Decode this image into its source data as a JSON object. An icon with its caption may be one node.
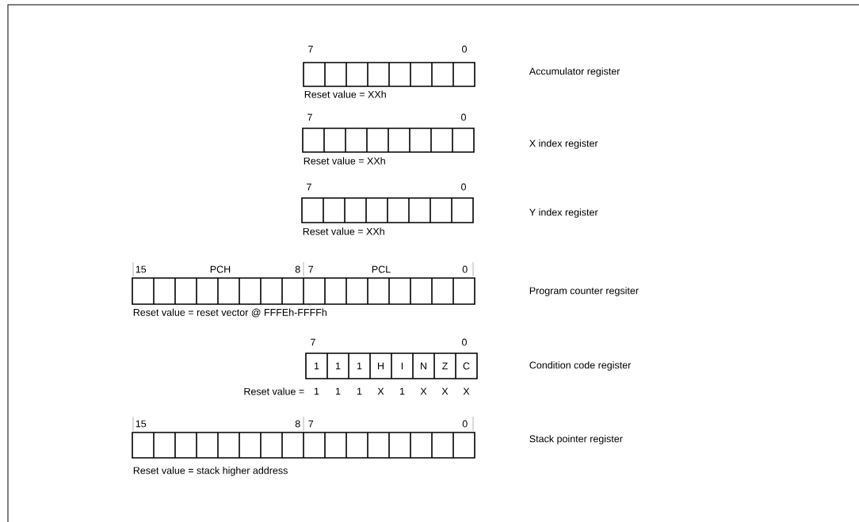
{
  "diagram": {
    "nodes": [
      {
        "text": [
          "7",
          "0"
        ],
        "beside": [
          "Reset value = XXh"
        ]
      },
      {
        "text": [
          "7",
          "0"
        ],
        "beside": [
          "Reset value = XXh"
        ]
      },
      {
        "text": [
          "7",
          "0"
        ],
        "beside": [
          "Reset value = XXh"
        ]
      },
      {
        "text": [
          "15",
          "PCH",
          "8",
          "7",
          "PCL",
          "0"
        ],
        "beside": [
          "Reset value = reset vector @ FFFEh-FFFFh"
        ]
      },
      {
        "text": [
          "7",
          "0",
          "1",
          "1",
          "1",
          "H",
          "I",
          "N",
          "Z",
          "C"
        ],
        "beside": [
          "Reset value =",
          "1",
          "1",
          "1",
          "X",
          "1",
          "X",
          "X",
          "X"
        ]
      },
      {
        "text": [
          "15",
          "8",
          "7",
          "0"
        ],
        "beside": [
          "Reset value = stack higher address"
        ]
      }
    ],
    "labels": [
      "Accumulator register",
      "X index register",
      "Y index register",
      "Program counter regsiter",
      "Condition code register",
      "Stack pointer register"
    ]
  }
}
